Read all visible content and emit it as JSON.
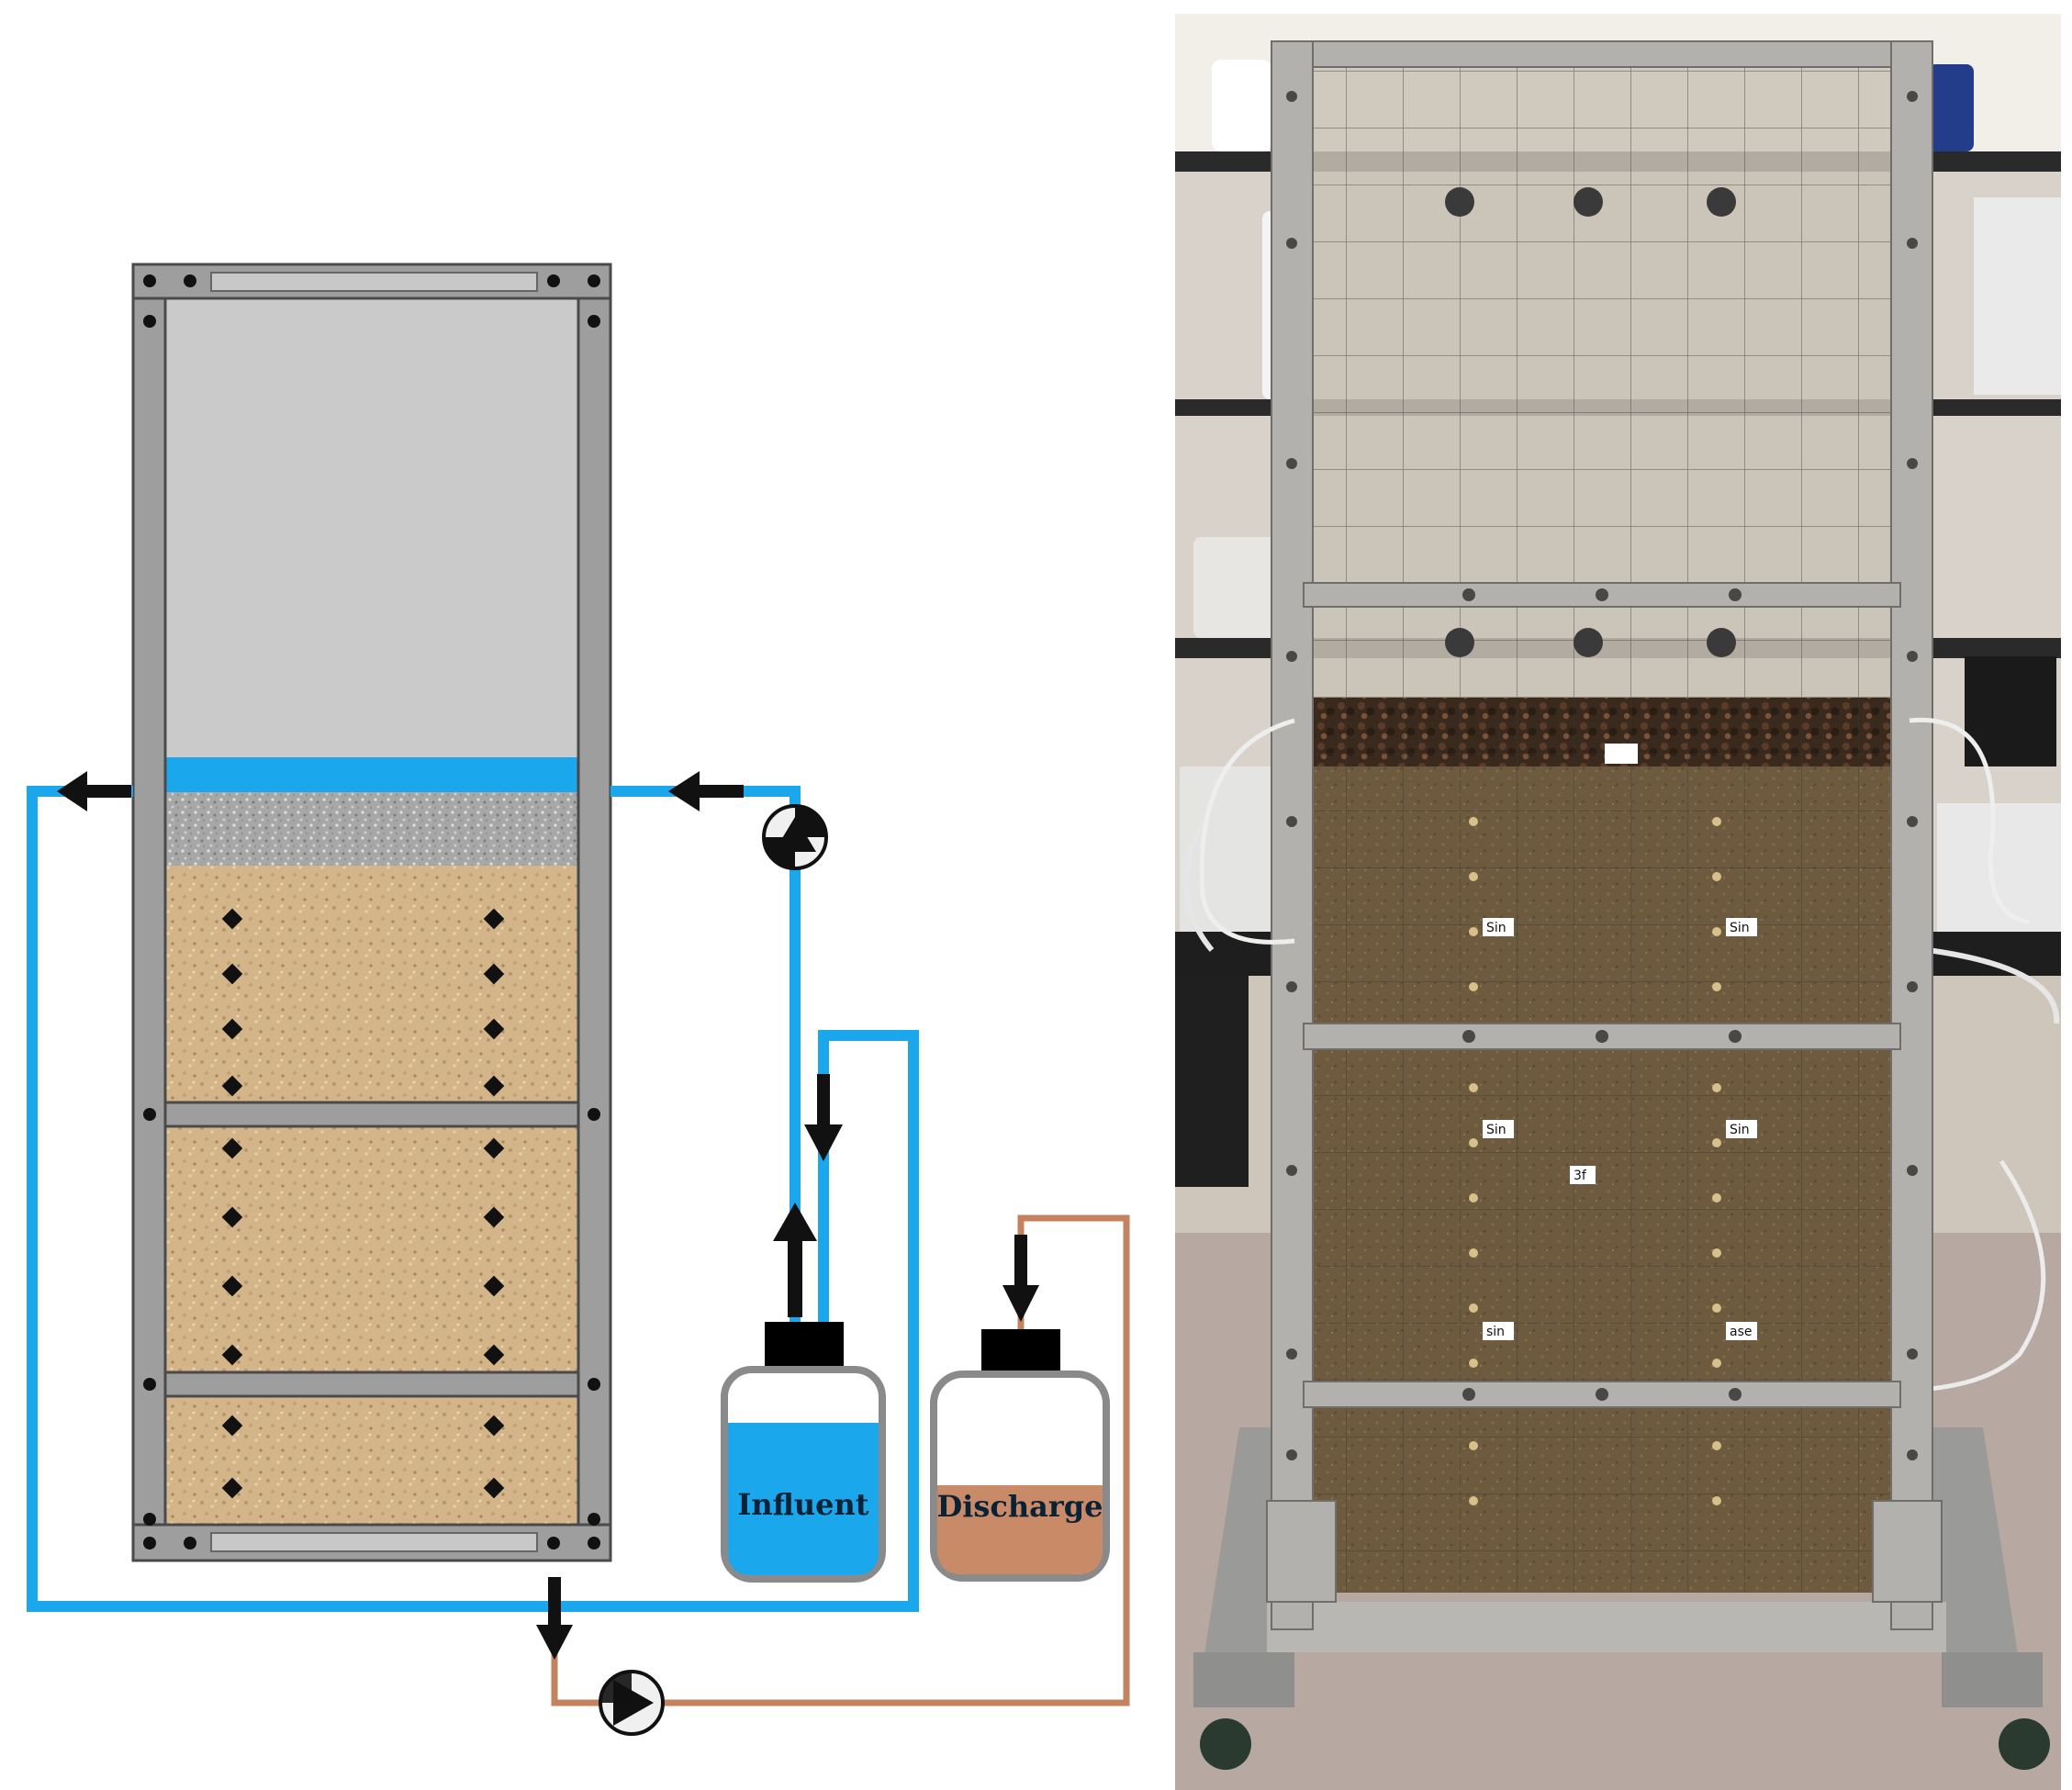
{
  "schematic": {
    "influent_label": "Influent",
    "discharge_label": "Discharge"
  },
  "colors": {
    "water": "#1aa7ec",
    "discharge_fluid": "#c98a68",
    "discharge_tube": "#c4825e",
    "frame": "#9a9a9a",
    "frame_edge": "#4a4a4a",
    "headspace": "#cacaca",
    "sand": "#d2b48c",
    "gravel": "#a9a9a9",
    "port": "#111111"
  },
  "photo": {
    "bin_tags": [
      "Sin",
      "Sin",
      "Sin",
      "Sin",
      "sin",
      "ase",
      "3f"
    ]
  }
}
